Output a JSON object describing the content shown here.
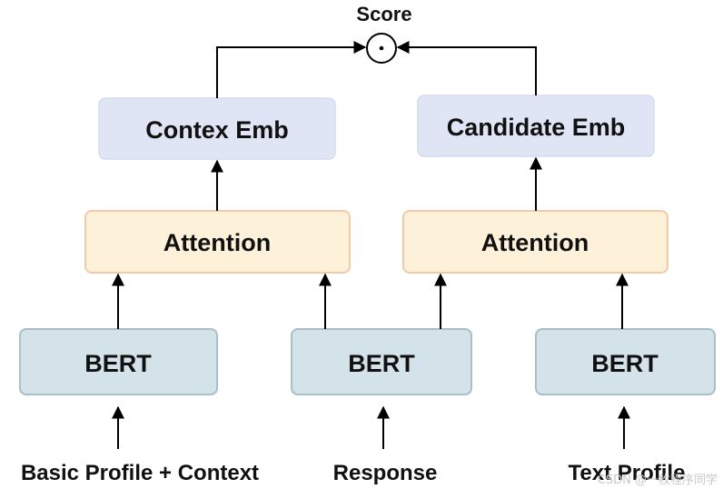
{
  "score_label": "Score",
  "dot_operator": "·",
  "embeddings": {
    "context": "Contex Emb",
    "candidate": "Candidate Emb"
  },
  "attention": {
    "left": "Attention",
    "right": "Attention"
  },
  "encoders": {
    "left": "BERT",
    "middle": "BERT",
    "right": "BERT"
  },
  "inputs": {
    "left": "Basic Profile + Context",
    "middle": "Response",
    "right": "Text Profile"
  },
  "watermark": "CSDN @一枚程序同学",
  "colors": {
    "embedding_fill": "#dfe5f4",
    "embedding_stroke": "#d3dbef",
    "attention_fill": "#fdf2d9",
    "attention_stroke": "#f3c9a6",
    "bert_fill": "#d4e3ea",
    "bert_stroke": "#a9bec8",
    "arrow": "#000000",
    "text": "#111111"
  }
}
